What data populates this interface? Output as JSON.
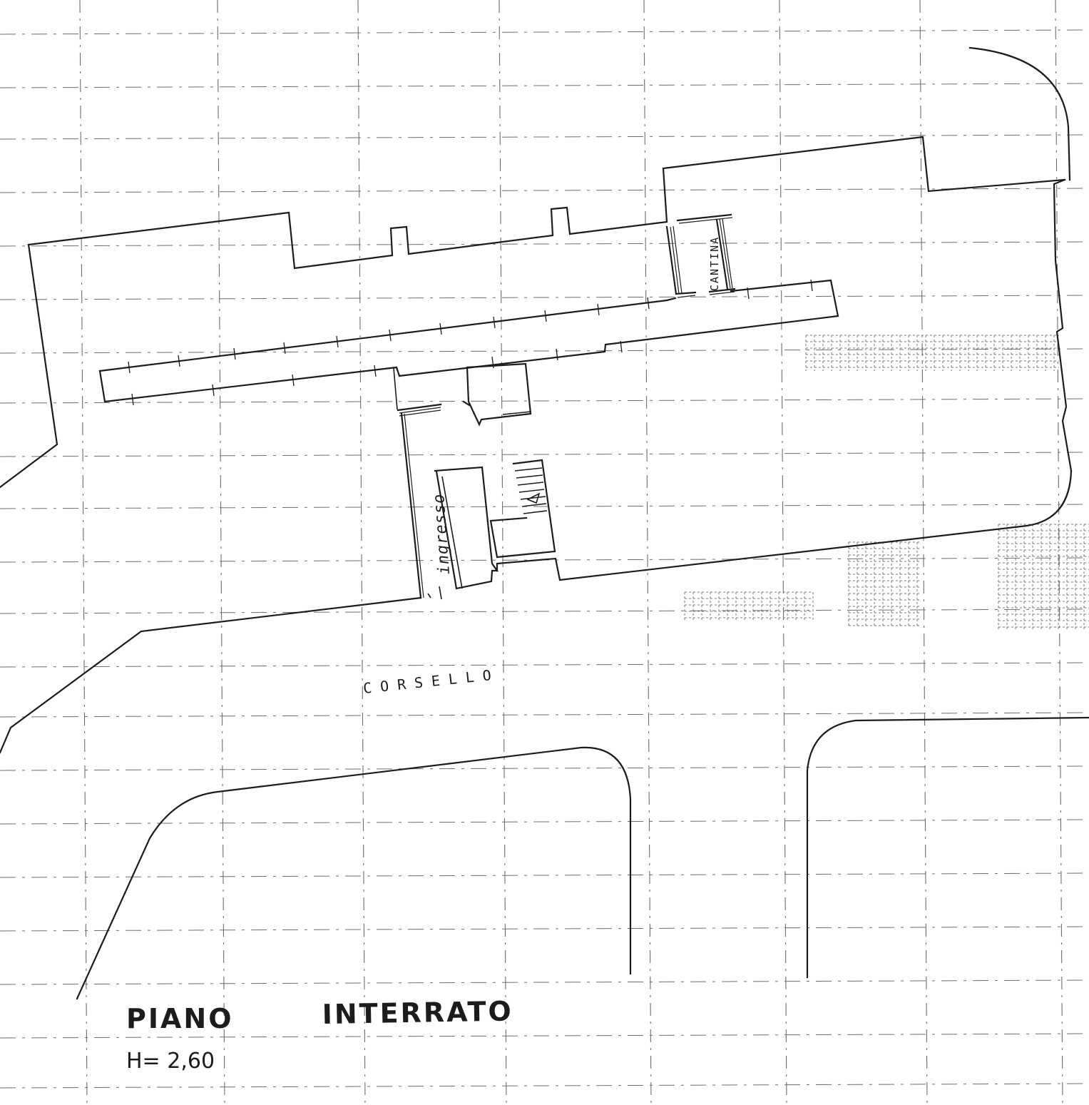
{
  "plan": {
    "rooms": {
      "cantina": "CANTINA",
      "ingresso": "ingresso",
      "corsello": "CORSELLO"
    },
    "title": {
      "piano": "PIANO",
      "interrato": "INTERRATO",
      "height": "H= 2,60"
    }
  },
  "colors": {
    "ink": "#1c1c1c",
    "grid": "#6d6d6d",
    "paper": "#ffffff"
  }
}
